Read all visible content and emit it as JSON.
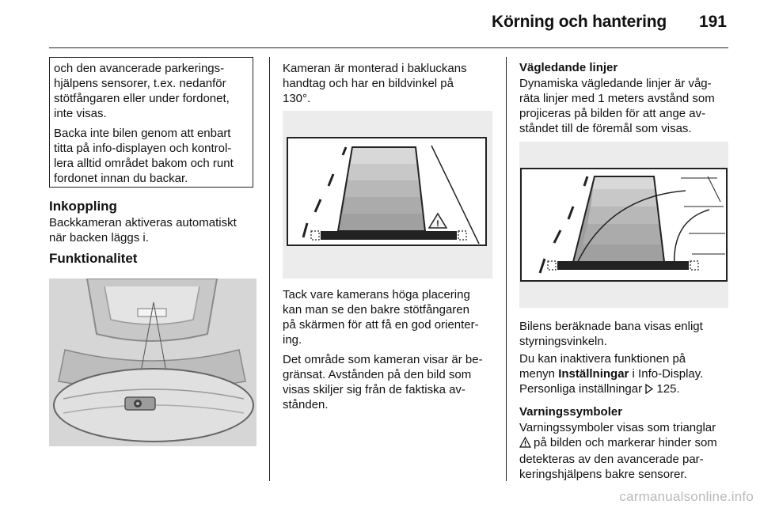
{
  "header": {
    "title": "Körning och hantering",
    "page": "191"
  },
  "col1": {
    "box_p1": "och den avancerade parkerings-\nhjälpens sensorer, t.ex. nedanför\nstötfångaren eller under fordonet,\ninte visas.",
    "box_p2": "Backa inte bilen genom att enbart\ntitta på info-displayen och kontrol-\nlera alltid området bakom och runt\nfordonet innan du backar.",
    "heading_inkoppling": "Inkoppling",
    "inkoppling_text": "Backkameran aktiveras automatiskt\nnär backen läggs i.",
    "heading_funktionalitet": "Funktionalitet"
  },
  "col2": {
    "p1": "Kameran är monterad i bakluckans\nhandtag och har en bildvinkel på\n130°.",
    "p2": "Tack vare kamerans höga placering\nkan man se den bakre stötfångaren\npå skärmen för att få en god orienter-\ning.",
    "p3": "Det område som kameran visar är be-\ngränsat. Avstånden på den bild som\nvisas skiljer sig från de faktiska av-\nstånden."
  },
  "col3": {
    "heading_vagledande": "Vägledande linjer",
    "vagledande_text": "Dynamiska vägledande linjer är våg-\nräta linjer med 1 meters avstånd som\nprojiceras på bilden för att ange av-\nståndet till de föremål som visas.",
    "p_bana": "Bilens beräknade bana visas enligt\nstyrningsvinkeln.",
    "p_inaktivera_1": "Du kan inaktivera funktionen på",
    "p_inaktivera_2a": "menyn ",
    "p_inaktivera_bold": "Inställningar",
    "p_inaktivera_2b": " i Info-Display.",
    "p_inaktivera_3": "Personliga inställningar ",
    "p_inaktivera_ref_icon": "arrow-ref-icon",
    "p_inaktivera_ref_page": " 125.",
    "heading_varning": "Varningssymboler",
    "varning_1": "Varningssymboler visas som trianglar",
    "varning_icon": "warning-triangle-icon",
    "varning_2": "på bilden och markerar hinder som",
    "varning_3": "detekteras av den avancerade par-\nkeringshjälpens bakre sensorer."
  },
  "footer": {
    "watermark": "carmanualsonline.info"
  },
  "colors": {
    "text": "#111111",
    "panel_bg": "#ececec",
    "band_dark": "#222222",
    "watermark": "#b9b9b9"
  }
}
